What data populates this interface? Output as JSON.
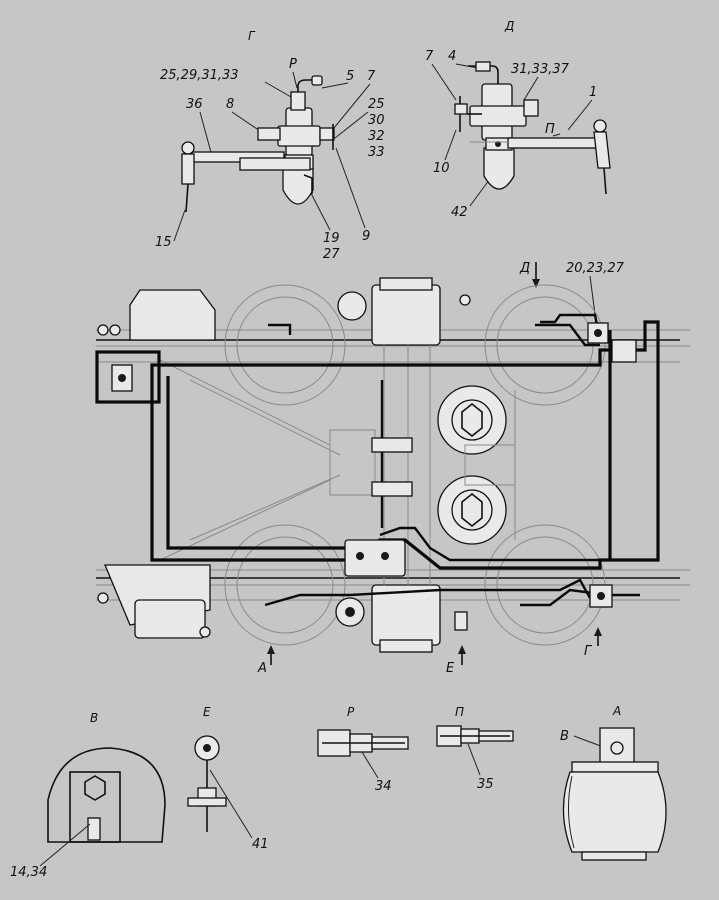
{
  "views": {
    "G": {
      "title": "Г",
      "labels": [
        "25,29,31,33",
        "Р",
        "5",
        "7",
        "36",
        "8",
        "25",
        "30",
        "32",
        "33",
        "15",
        "19",
        "27",
        "9"
      ]
    },
    "D": {
      "title": "Д",
      "labels": [
        "7",
        "4",
        "31,33,37",
        "1",
        "П",
        "10",
        "42"
      ]
    },
    "main": {
      "labels": [
        "Д",
        "20,23,27",
        "А",
        "Е",
        "Г"
      ]
    },
    "V": {
      "title": "В",
      "labels": [
        "14,34"
      ]
    },
    "E": {
      "title": "Е",
      "labels": [
        "41"
      ]
    },
    "R": {
      "title": "Р",
      "labels": [
        "34"
      ]
    },
    "P": {
      "title": "П",
      "labels": [
        "35"
      ]
    },
    "A": {
      "title": "А",
      "labels": [
        "В"
      ]
    }
  },
  "colors": {
    "background": "#c6c6c6",
    "ink": "#111111"
  }
}
